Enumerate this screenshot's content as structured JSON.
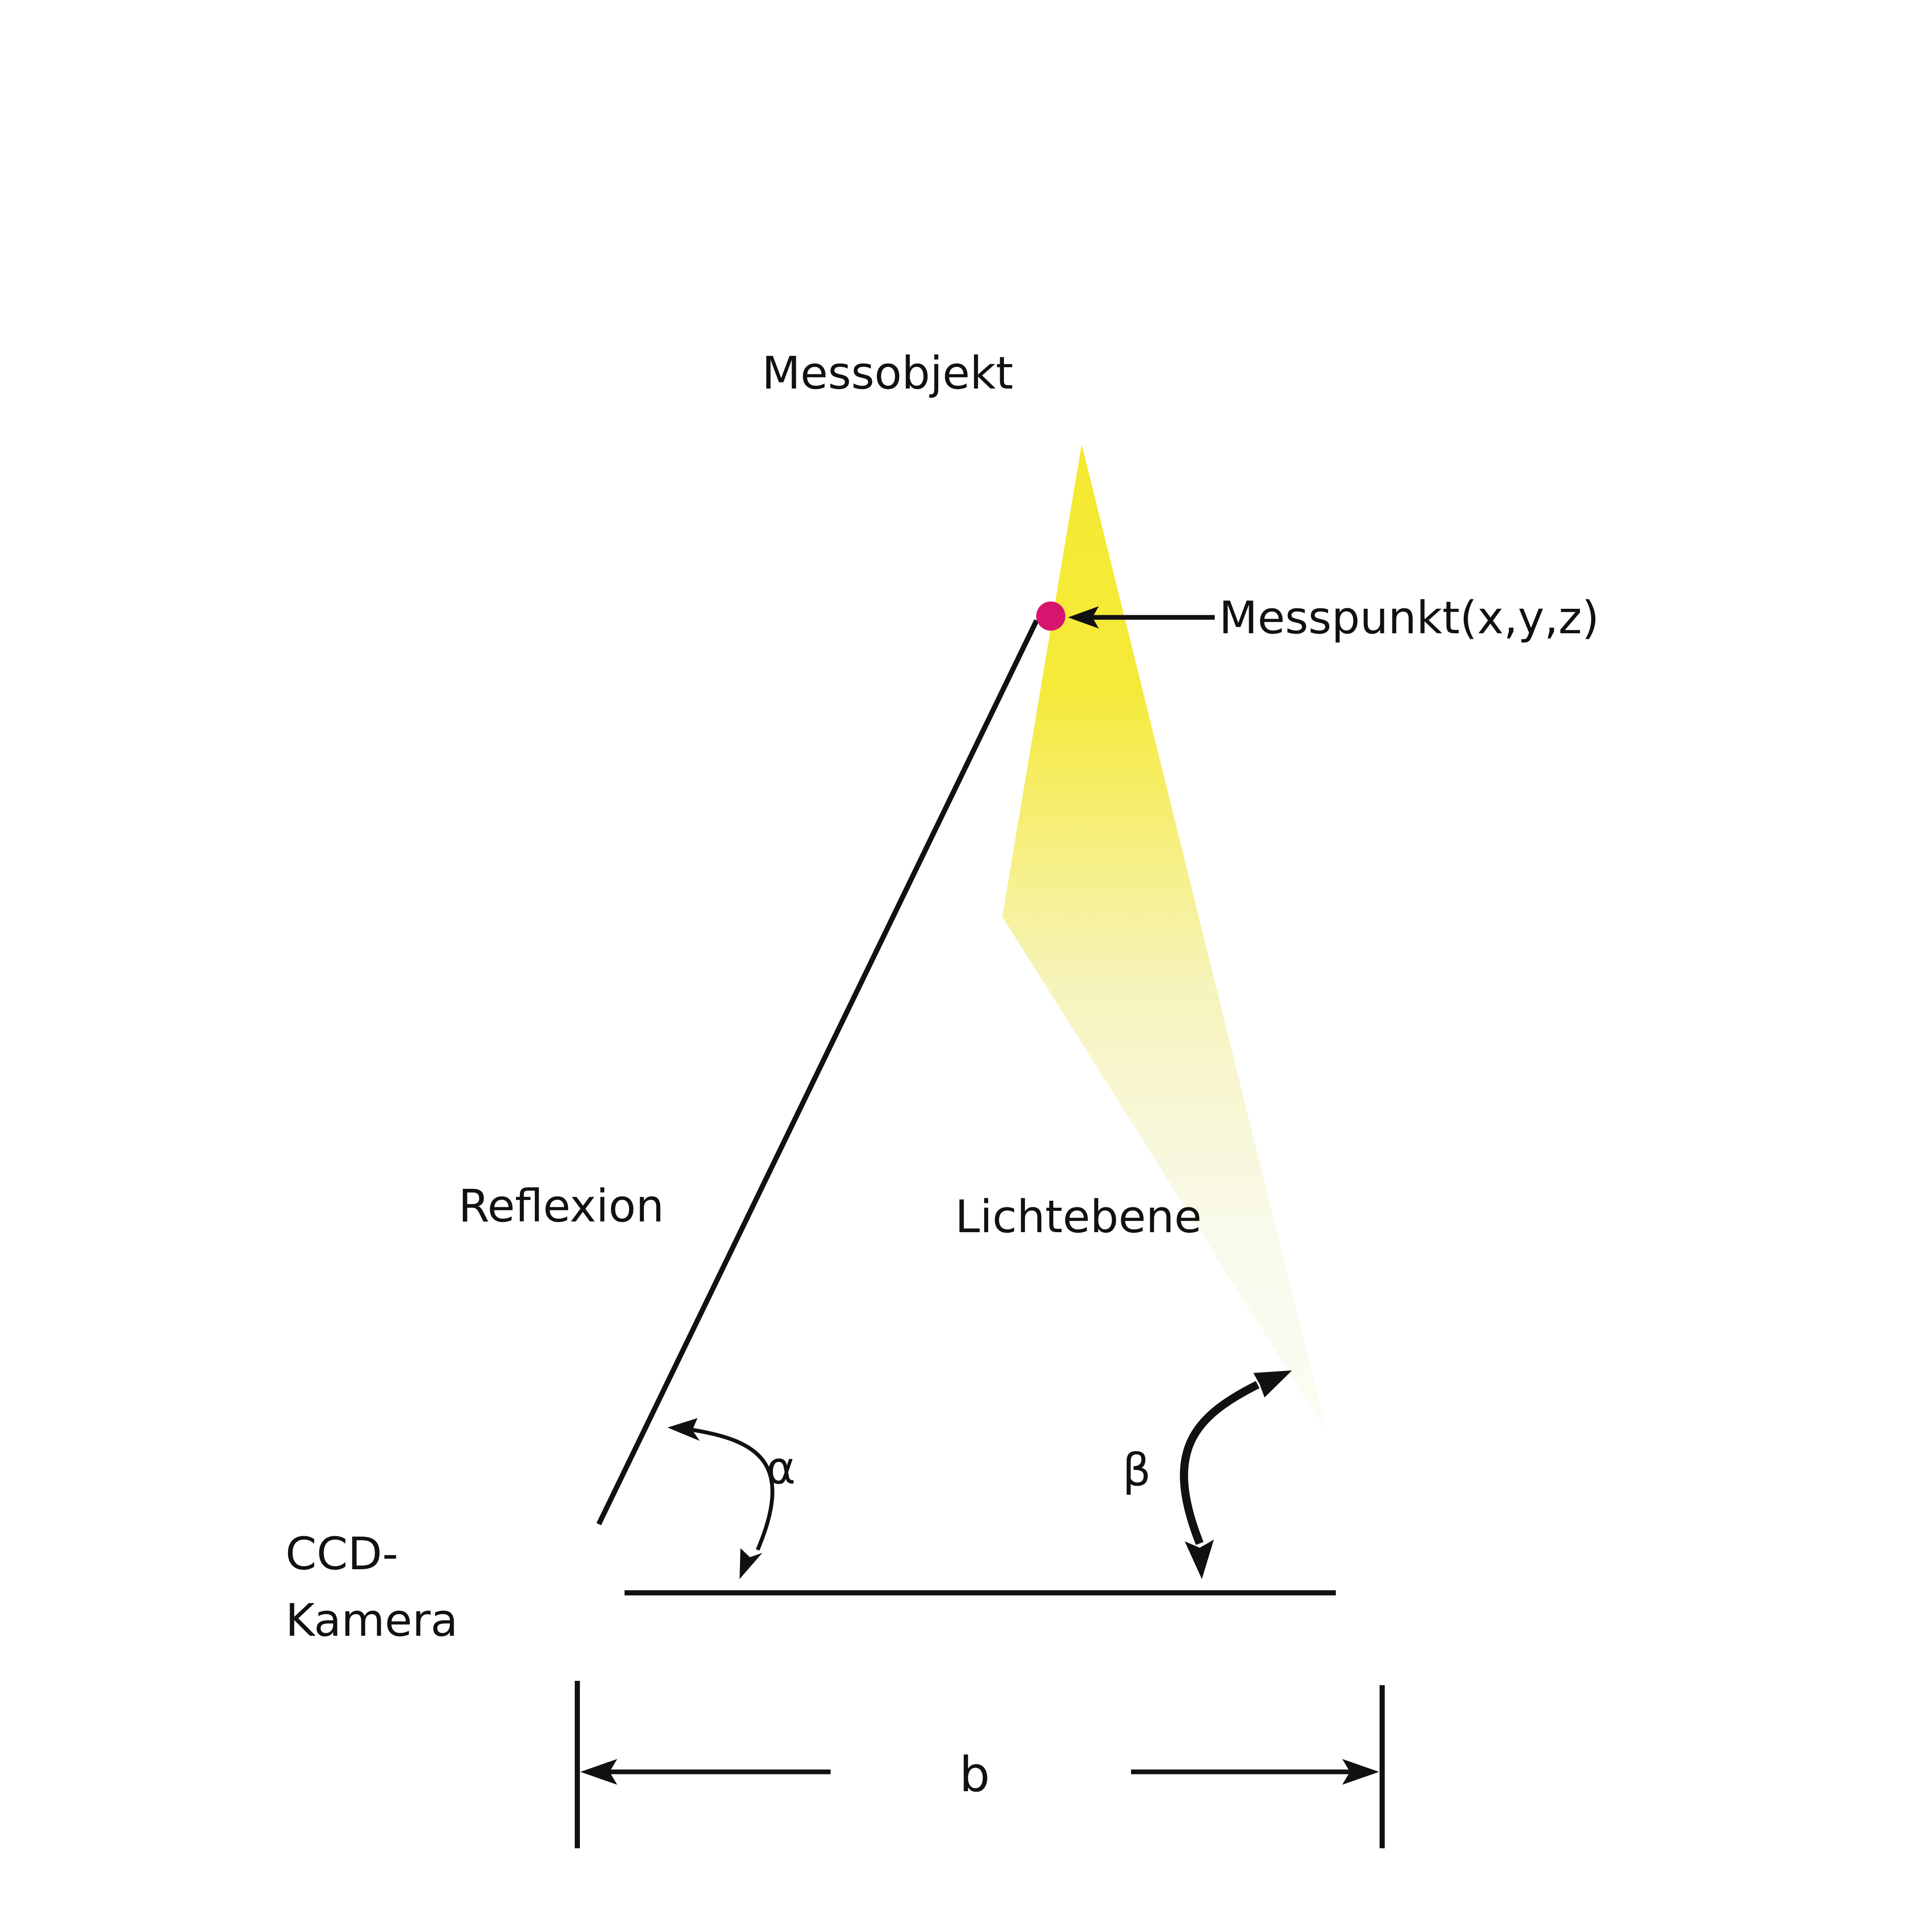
{
  "labels": {
    "object": "Messobjekt",
    "point": "Messpunkt(x,y,z)",
    "reflection": "Reflexion",
    "light_plane": "Lichtebene",
    "camera_line1": "CCD-",
    "camera_line2": "Kamera",
    "alpha": "α",
    "beta": "β",
    "baseline": "b"
  },
  "colors": {
    "ink": "#111111",
    "point": "#d6156e",
    "light_bright": "#f5ea3a",
    "light_faint": "#f8f9e8",
    "background": "#ffffff"
  },
  "icons": {
    "point_marker": "magenta-dot",
    "arrowheads": "filled-arrowhead"
  }
}
